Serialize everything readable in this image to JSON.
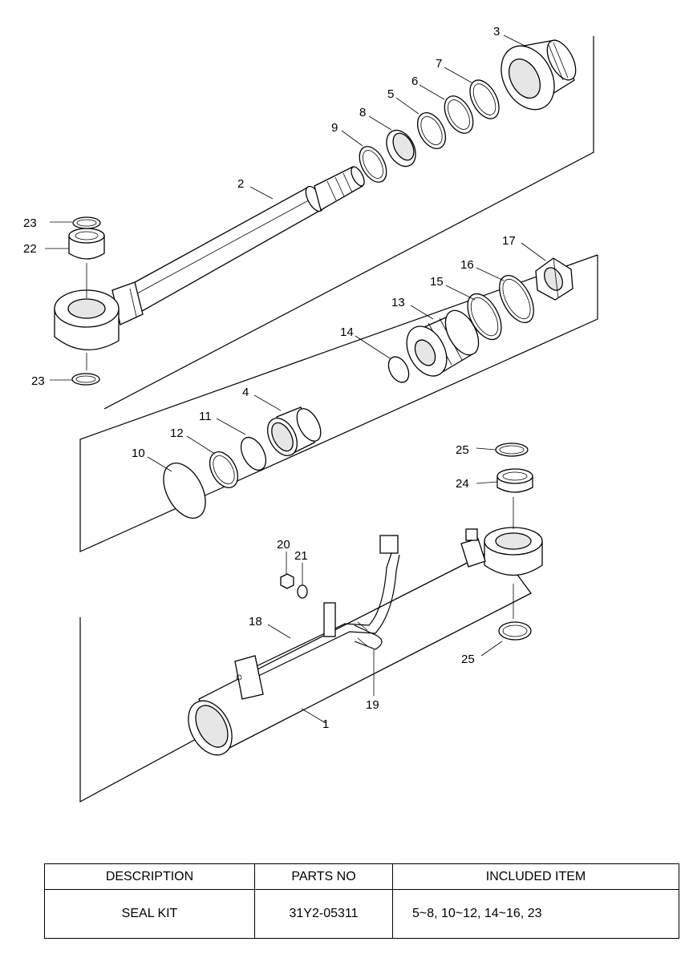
{
  "callouts": [
    {
      "id": "c1",
      "label": "1"
    },
    {
      "id": "c2",
      "label": "2"
    },
    {
      "id": "c3",
      "label": "3"
    },
    {
      "id": "c4",
      "label": "4"
    },
    {
      "id": "c5",
      "label": "5"
    },
    {
      "id": "c6",
      "label": "6"
    },
    {
      "id": "c7",
      "label": "7"
    },
    {
      "id": "c8",
      "label": "8"
    },
    {
      "id": "c9",
      "label": "9"
    },
    {
      "id": "c10",
      "label": "10"
    },
    {
      "id": "c11",
      "label": "11"
    },
    {
      "id": "c12",
      "label": "12"
    },
    {
      "id": "c13",
      "label": "13"
    },
    {
      "id": "c14",
      "label": "14"
    },
    {
      "id": "c15",
      "label": "15"
    },
    {
      "id": "c16",
      "label": "16"
    },
    {
      "id": "c17",
      "label": "17"
    },
    {
      "id": "c18",
      "label": "18"
    },
    {
      "id": "c19",
      "label": "19"
    },
    {
      "id": "c20",
      "label": "20"
    },
    {
      "id": "c21",
      "label": "21"
    },
    {
      "id": "c22",
      "label": "22"
    },
    {
      "id": "c23a",
      "label": "23"
    },
    {
      "id": "c23b",
      "label": "23"
    },
    {
      "id": "c24",
      "label": "24"
    },
    {
      "id": "c25a",
      "label": "25"
    },
    {
      "id": "c25b",
      "label": "25"
    }
  ],
  "table": {
    "headers": [
      "DESCRIPTION",
      "PARTS NO",
      "INCLUDED ITEM"
    ],
    "rows": [
      {
        "description": "SEAL KIT",
        "parts_no": "31Y2-05311",
        "included": "5~8, 10~12, 14~16, 23"
      }
    ]
  }
}
